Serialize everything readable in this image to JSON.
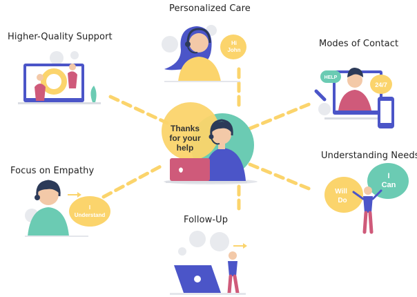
{
  "center": {
    "bubble_text": [
      "Thanks",
      "for your",
      "help"
    ]
  },
  "nodes": {
    "personalized_care": {
      "title": "Personalized Care",
      "bubble": [
        "Hi",
        "John"
      ]
    },
    "higher_quality_support": {
      "title": "Higher-Quality Support"
    },
    "modes_of_contact": {
      "title": "Modes of Contact",
      "bubble_help": "HELP",
      "bubble_247": "24/7"
    },
    "focus_on_empathy": {
      "title": "Focus on Empathy",
      "bubble": [
        "I",
        "Understand"
      ]
    },
    "understanding_needs": {
      "title": "Understanding Needs",
      "bubble_will": [
        "Will",
        "Do"
      ],
      "bubble_can": [
        "I",
        "Can"
      ]
    },
    "follow_up": {
      "title": "Follow-Up"
    }
  },
  "colors": {
    "yellow": "#FBD46C",
    "teal": "#6BCBB3",
    "indigo": "#4B55C8",
    "navy": "#2C3A58",
    "pink": "#CF5A7A",
    "skin": "#F3C9A8",
    "gear": "#E8EAEE"
  }
}
